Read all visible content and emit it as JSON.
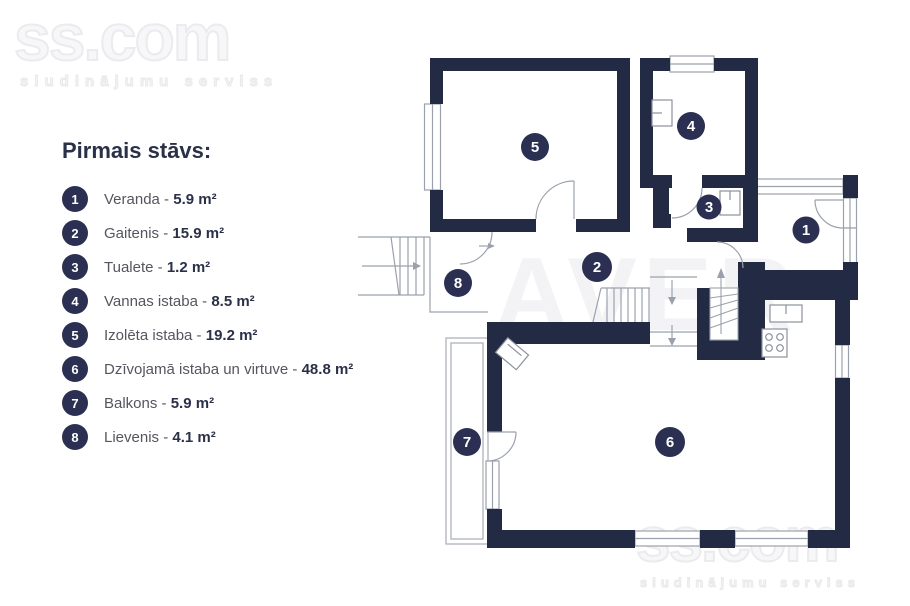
{
  "watermarks": {
    "brand": "ss.com",
    "brand_subtitle": "sludinājumu serviss",
    "center": "AVER"
  },
  "legend": {
    "title": "Pirmais stāvs:",
    "separator": " - ",
    "items": [
      {
        "number": "1",
        "name": "Veranda",
        "area": "5.9 m²"
      },
      {
        "number": "2",
        "name": "Gaitenis",
        "area": "15.9 m²"
      },
      {
        "number": "3",
        "name": "Tualete",
        "area": "1.2 m²"
      },
      {
        "number": "4",
        "name": "Vannas istaba",
        "area": "8.5 m²"
      },
      {
        "number": "5",
        "name": "Izolēta istaba",
        "area": "19.2 m²"
      },
      {
        "number": "6",
        "name": "Dzīvojamā istaba un virtuve",
        "area": "48.8 m²"
      },
      {
        "number": "7",
        "name": "Balkons",
        "area": "5.9 m²"
      },
      {
        "number": "8",
        "name": "Lievenis",
        "area": "4.1 m²"
      }
    ]
  },
  "plan": {
    "markers": [
      {
        "number": "1"
      },
      {
        "number": "2"
      },
      {
        "number": "3"
      },
      {
        "number": "4"
      },
      {
        "number": "5"
      },
      {
        "number": "6"
      },
      {
        "number": "7"
      },
      {
        "number": "8"
      }
    ]
  },
  "colors": {
    "wall": "#232a44",
    "marker": "#2b3052",
    "thin_line": "#9ba1ac",
    "legend_text": "#55555f",
    "legend_accent": "#2b3049",
    "watermark": "#f3f3f6"
  }
}
